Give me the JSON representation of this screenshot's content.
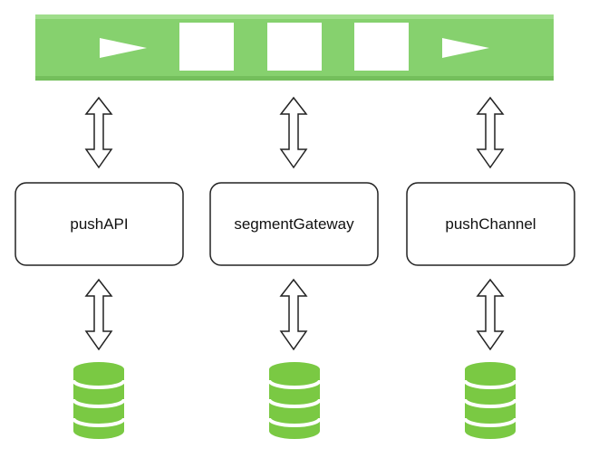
{
  "colors": {
    "queue_fill": "#86d16e",
    "queue_top_edge": "#9fdd8b",
    "queue_bottom_edge": "#74bf5c",
    "database_fill": "#7ac943",
    "database_band": "#ffffff",
    "arrow_stroke": "#222222",
    "box_stroke": "#222222",
    "background": "#ffffff"
  },
  "queue": {
    "items": [
      "play-arrow-icon",
      "square-block",
      "square-block",
      "square-block",
      "play-arrow-icon"
    ]
  },
  "services": [
    {
      "label": "pushAPI",
      "icon": "service-box"
    },
    {
      "label": "segmentGateway",
      "icon": "service-box"
    },
    {
      "label": "pushChannel",
      "icon": "service-box"
    }
  ],
  "databases": [
    {
      "icon": "database-icon"
    },
    {
      "icon": "database-icon"
    },
    {
      "icon": "database-icon"
    }
  ],
  "connectors": {
    "queue_to_service": "double-arrow-icon",
    "service_to_database": "double-arrow-icon"
  }
}
